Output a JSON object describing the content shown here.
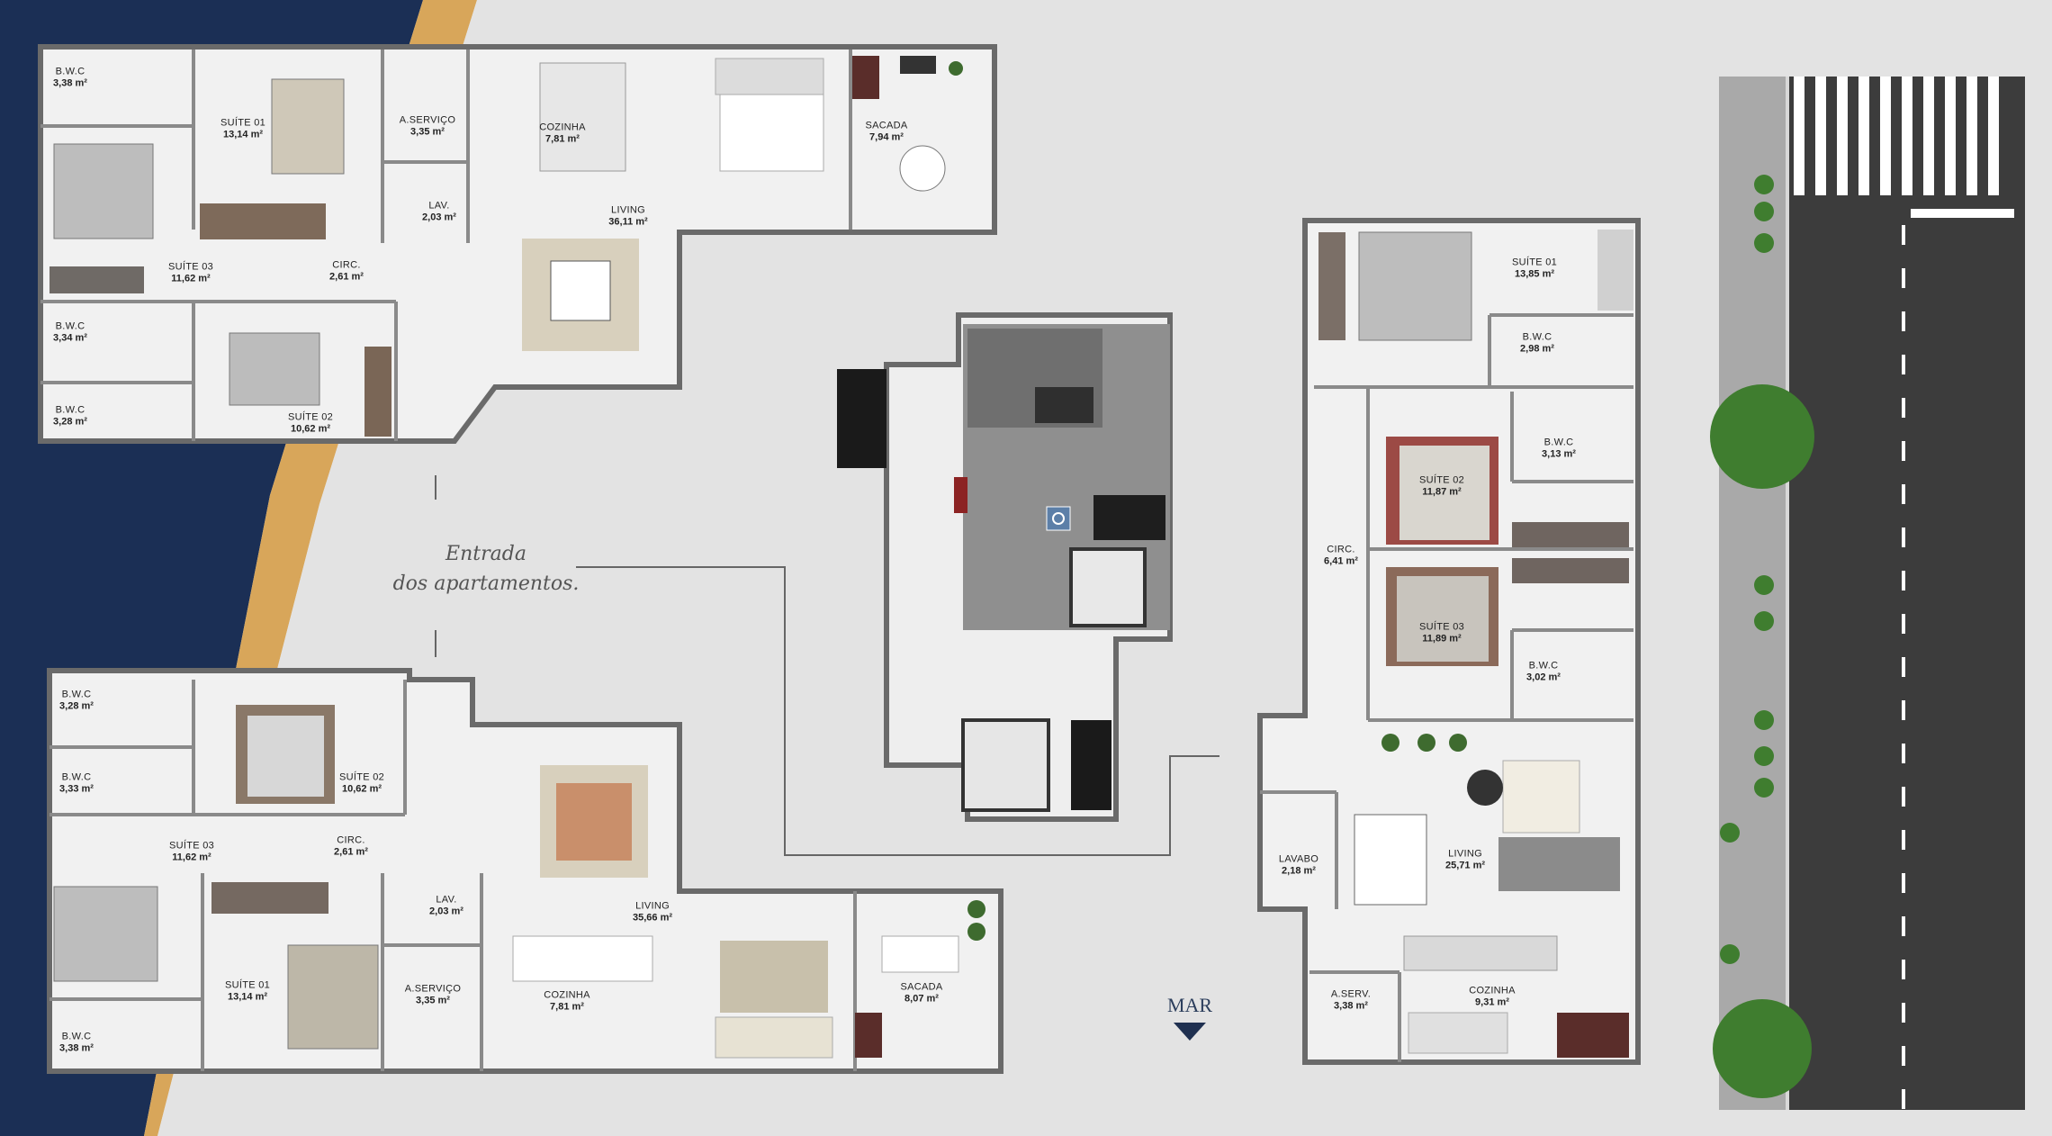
{
  "rooms": [
    {
      "id": "tl-bwc1",
      "name": "B.W.C",
      "area": "3,38 m²"
    },
    {
      "id": "tl-suite01",
      "name": "SUÍTE 01",
      "area": "13,14 m²"
    },
    {
      "id": "tl-aserv",
      "name": "A.SERVIÇO",
      "area": "3,35 m²"
    },
    {
      "id": "tl-cozinha",
      "name": "COZINHA",
      "area": "7,81 m²"
    },
    {
      "id": "tl-sacada",
      "name": "SACADA",
      "area": "7,94 m²"
    },
    {
      "id": "tl-lav",
      "name": "LAV.",
      "area": "2,03 m²"
    },
    {
      "id": "tl-living",
      "name": "LIVING",
      "area": "36,11 m²"
    },
    {
      "id": "tl-suite03",
      "name": "SUÍTE 03",
      "area": "11,62 m²"
    },
    {
      "id": "tl-circ",
      "name": "CIRC.",
      "area": "2,61 m²"
    },
    {
      "id": "tl-bwc2",
      "name": "B.W.C",
      "area": "3,34 m²"
    },
    {
      "id": "tl-bwc3",
      "name": "B.W.C",
      "area": "3,28 m²"
    },
    {
      "id": "tl-suite02",
      "name": "SUÍTE 02",
      "area": "10,62 m²"
    },
    {
      "id": "bl-bwc1",
      "name": "B.W.C",
      "area": "3,28 m²"
    },
    {
      "id": "bl-bwc2",
      "name": "B.W.C",
      "area": "3,33 m²"
    },
    {
      "id": "bl-suite02",
      "name": "SUÍTE 02",
      "area": "10,62 m²"
    },
    {
      "id": "bl-suite03",
      "name": "SUÍTE 03",
      "area": "11,62 m²"
    },
    {
      "id": "bl-circ",
      "name": "CIRC.",
      "area": "2,61 m²"
    },
    {
      "id": "bl-lav",
      "name": "LAV.",
      "area": "2,03 m²"
    },
    {
      "id": "bl-living",
      "name": "LIVING",
      "area": "35,66 m²"
    },
    {
      "id": "bl-suite01",
      "name": "SUÍTE 01",
      "area": "13,14 m²"
    },
    {
      "id": "bl-aserv",
      "name": "A.SERVIÇO",
      "area": "3,35 m²"
    },
    {
      "id": "bl-cozinha",
      "name": "COZINHA",
      "area": "7,81 m²"
    },
    {
      "id": "bl-sacada",
      "name": "SACADA",
      "area": "8,07 m²"
    },
    {
      "id": "bl-bwc3",
      "name": "B.W.C",
      "area": "3,38 m²"
    },
    {
      "id": "r-suite01",
      "name": "SUÍTE 01",
      "area": "13,85 m²"
    },
    {
      "id": "r-bwc1",
      "name": "B.W.C",
      "area": "2,98 m²"
    },
    {
      "id": "r-bwc2",
      "name": "B.W.C",
      "area": "3,13 m²"
    },
    {
      "id": "r-suite02",
      "name": "SUÍTE 02",
      "area": "11,87 m²"
    },
    {
      "id": "r-circ",
      "name": "CIRC.",
      "area": "6,41 m²"
    },
    {
      "id": "r-suite03",
      "name": "SUÍTE 03",
      "area": "11,89 m²"
    },
    {
      "id": "r-bwc3",
      "name": "B.W.C",
      "area": "3,02 m²"
    },
    {
      "id": "r-lavabo",
      "name": "LAVABO",
      "area": "2,18 m²"
    },
    {
      "id": "r-living",
      "name": "LIVING",
      "area": "25,71 m²"
    },
    {
      "id": "r-aserv",
      "name": "A.SERV.",
      "area": "3,38 m²"
    },
    {
      "id": "r-cozinha",
      "name": "COZINHA",
      "area": "9,31 m²"
    }
  ],
  "entrada": {
    "line1": "Entrada",
    "line2": "dos apartamentos."
  },
  "mar": "MAR",
  "colors": {
    "navy": "#1b2f55",
    "gold": "#d8a65a",
    "wall": "#6a6a6a",
    "floor": "#f1f1f1",
    "background": "#e3e3e3",
    "road": "#3c3c3c",
    "tree": "#3f7d2f"
  },
  "icons": [
    "compass-arrow-icon",
    "accessibility-icon",
    "tree-icon",
    "crosswalk-icon"
  ]
}
